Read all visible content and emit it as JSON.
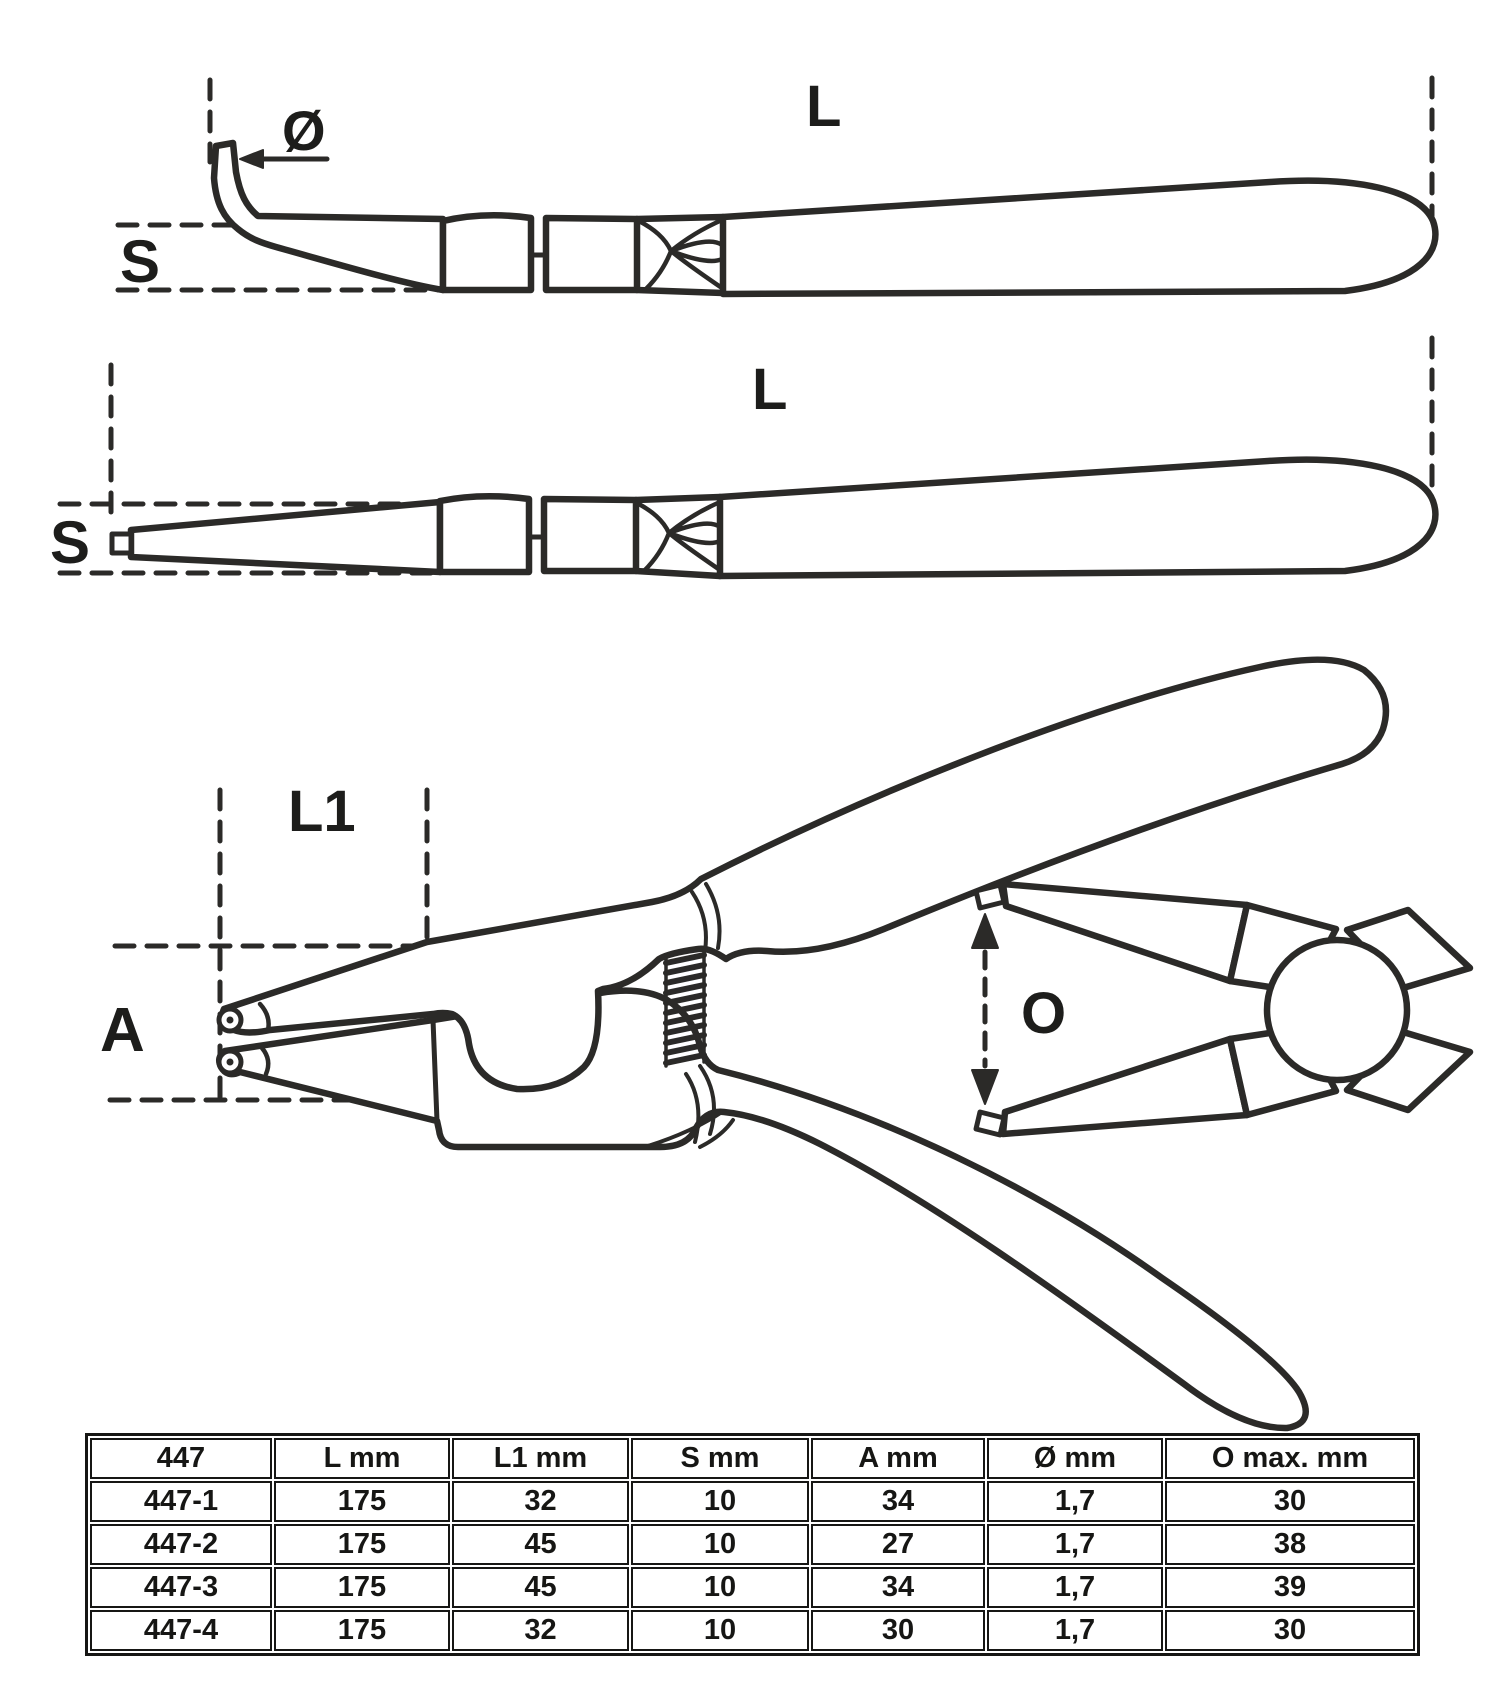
{
  "page": {
    "background": "#ffffff",
    "line_color": "#2b2a28",
    "text_color": "#1d1d1b"
  },
  "figure": {
    "bent_tip_side_view": {
      "length_label": "L",
      "tip_diameter_label": "Ø",
      "tip_thickness_label": "S"
    },
    "straight_tip_side_view": {
      "length_label": "L",
      "tip_thickness_label": "S"
    },
    "open_pliers_view": {
      "jaw_length_label": "L1",
      "tip_span_label": "A"
    },
    "ring_detail_view": {
      "opening_label": "O"
    }
  },
  "table": {
    "headers": [
      "447",
      "L mm",
      "L1 mm",
      "S mm",
      "A mm",
      "Ø mm",
      "O max. mm"
    ],
    "rows": [
      [
        "447-1",
        "175",
        "32",
        "10",
        "34",
        "1,7",
        "30"
      ],
      [
        "447-2",
        "175",
        "45",
        "10",
        "27",
        "1,7",
        "38"
      ],
      [
        "447-3",
        "175",
        "45",
        "10",
        "34",
        "1,7",
        "39"
      ],
      [
        "447-4",
        "175",
        "32",
        "10",
        "30",
        "1,7",
        "30"
      ]
    ]
  }
}
